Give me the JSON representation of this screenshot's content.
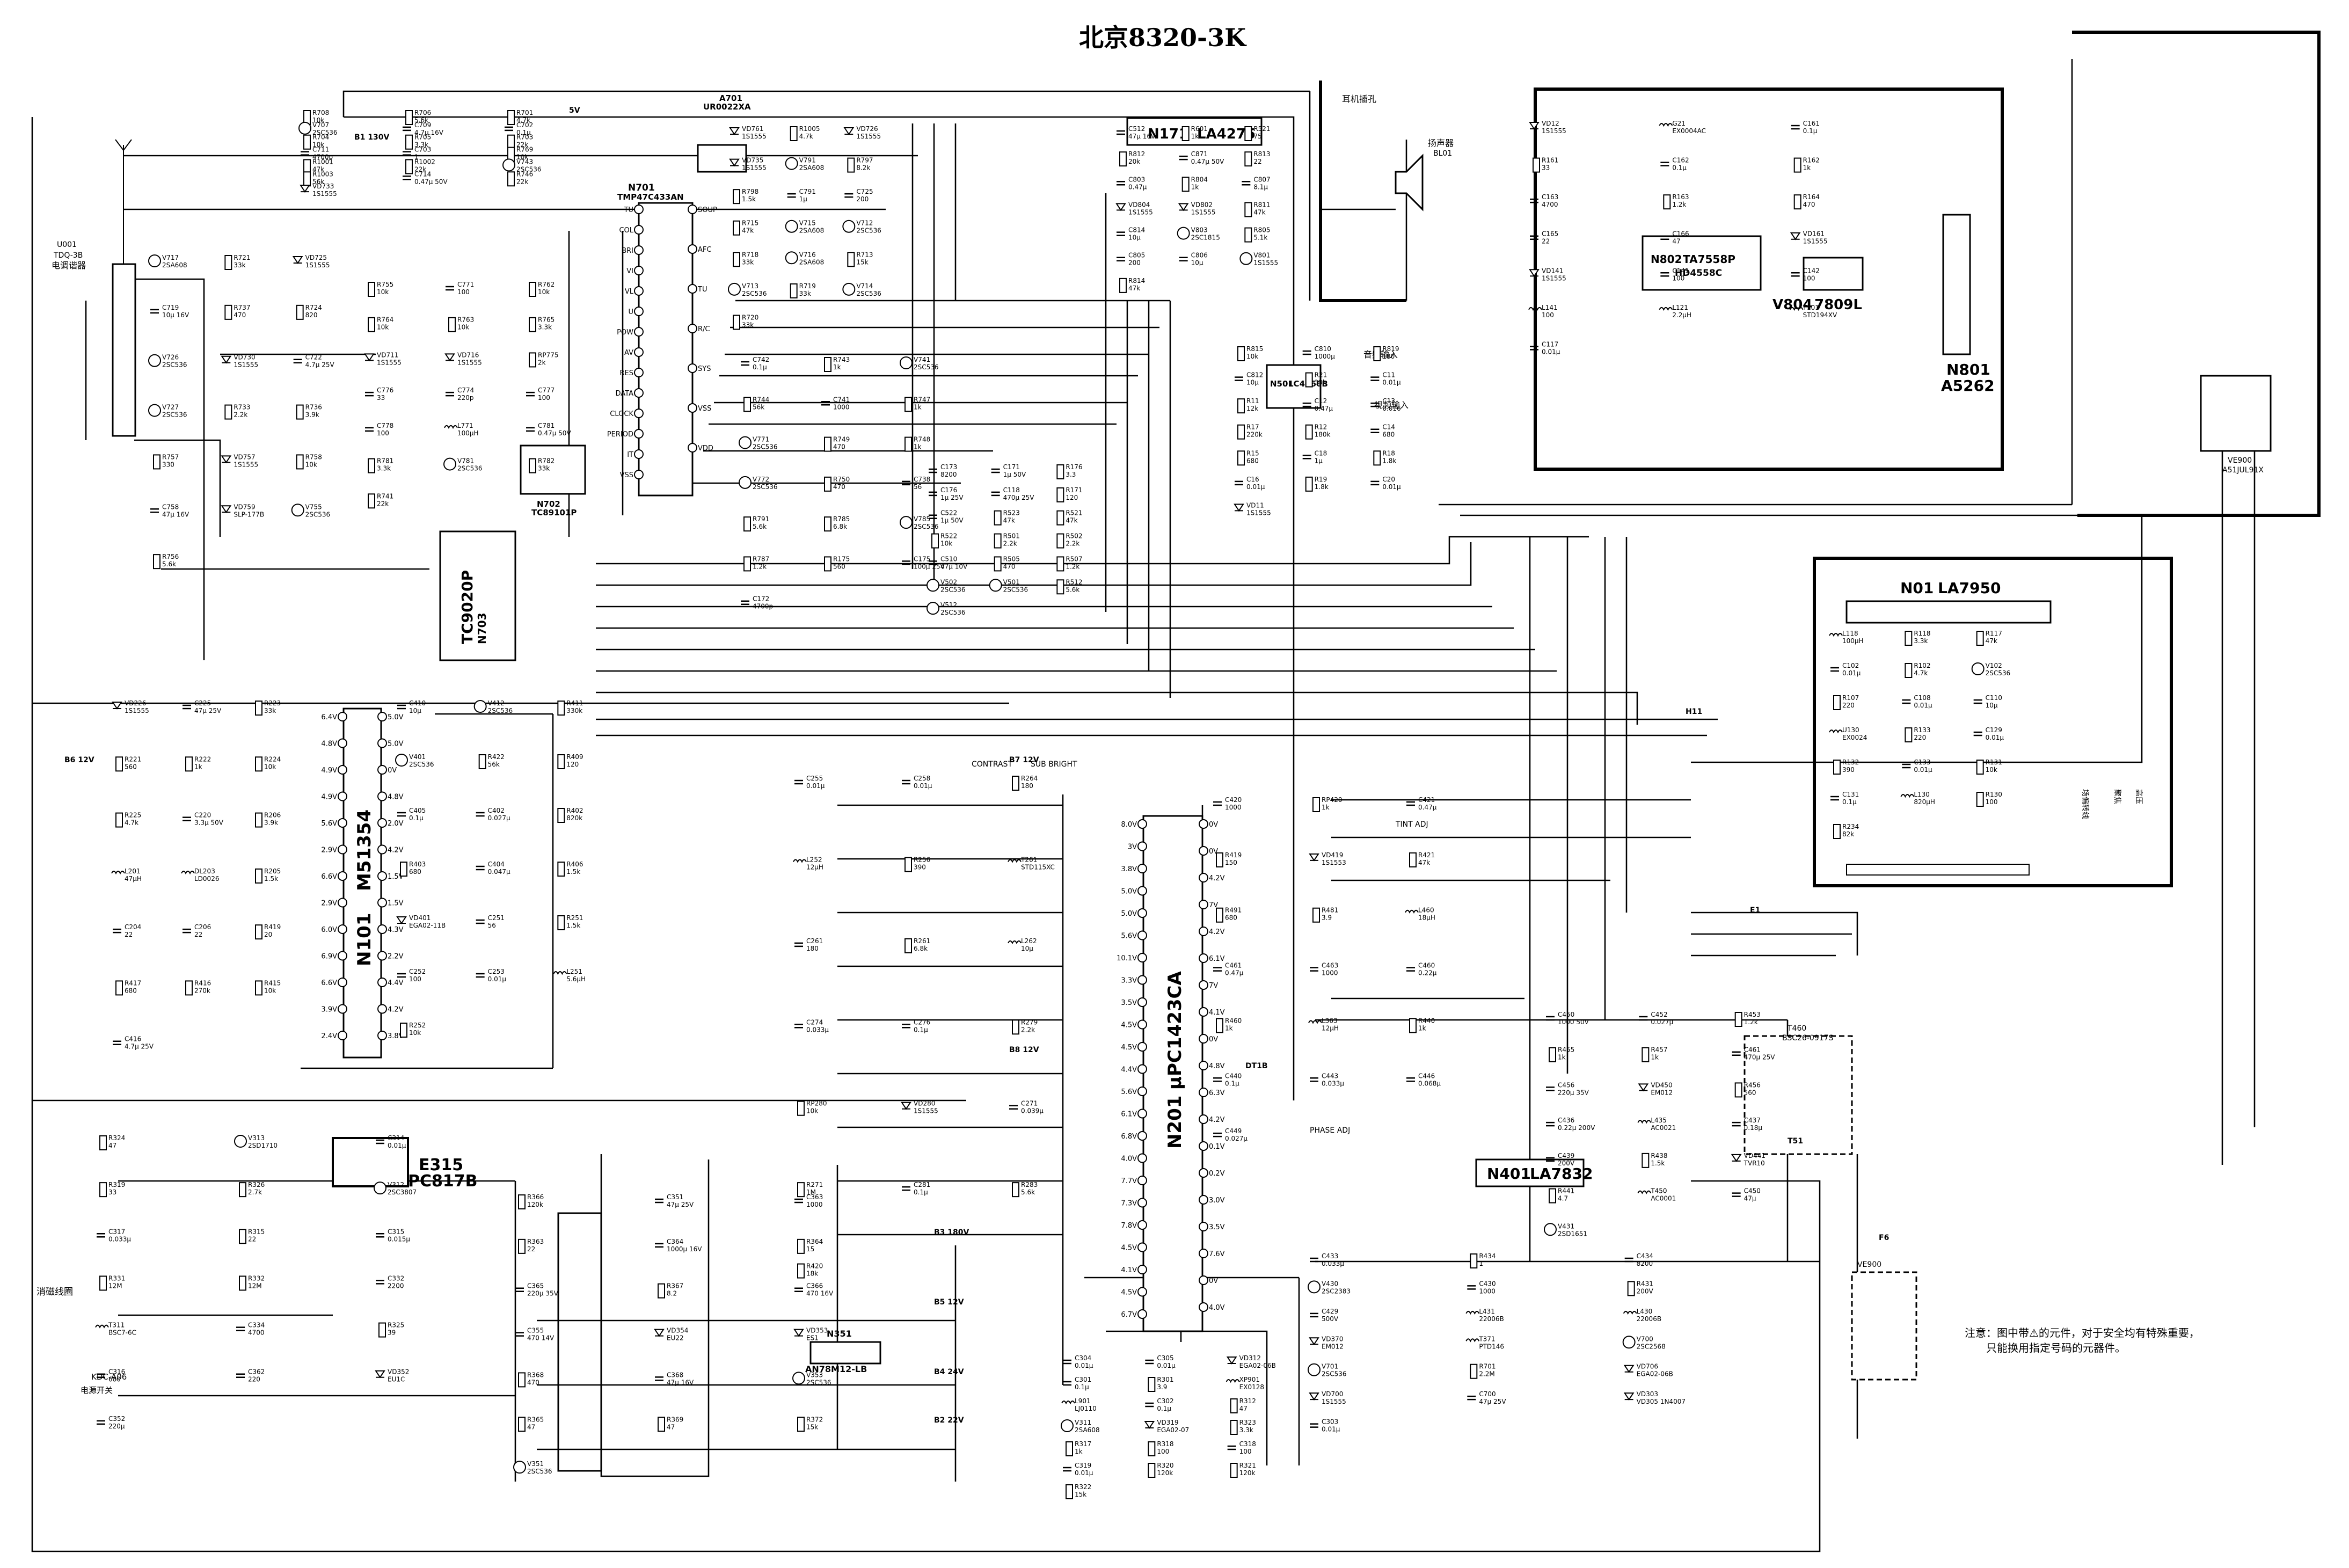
{
  "title": "北京8320-3K",
  "note": {
    "line1": "注意：图中带⚠的元件，对于安全均有特殊重要，",
    "line2": "只能换用指定号码的元器件。"
  },
  "ics": {
    "n701": {
      "ref": "N701",
      "part": "TMP47C433AN"
    },
    "a701": {
      "ref": "A701",
      "part": "UR0022XA"
    },
    "n171": {
      "ref": "N171",
      "part": "LA4275"
    },
    "n801": {
      "ref": "N801",
      "part": "A5262"
    },
    "n802": {
      "ref": "N802",
      "part": "TA7558P"
    },
    "n802b": {
      "part": "HD4558C"
    },
    "v804": {
      "ref": "V804",
      "part": "7809L"
    },
    "n501": {
      "ref": "N501",
      "part": "LC4066B"
    },
    "n01": {
      "ref": "N01",
      "part": "LA7950"
    },
    "n703": {
      "ref": "N703",
      "part": "TC9020P"
    },
    "n702": {
      "ref": "N702",
      "part": "TC89101P"
    },
    "n101": {
      "ref": "N101",
      "part": "M51354"
    },
    "n201": {
      "ref": "N201",
      "part": "μPC1423CA"
    },
    "n401": {
      "ref": "N401",
      "part": "LA7832"
    },
    "e315": {
      "ref": "E315",
      "part": "PC817B"
    },
    "n351": {
      "ref": "N351",
      "part": "AN78M12-LB"
    }
  },
  "labels": {
    "tuner": "电调谐器",
    "tuner_ref": "U001",
    "tuner_part": "TDQ-3B",
    "earphone": "耳机插孔",
    "speaker": "扬声器",
    "speaker_ref": "BL01",
    "audio_in": "音频输入",
    "video_in": "视频输入",
    "power_switch": "电源开关",
    "power_switch_part": "KDC-A06",
    "degauss": "消磁线圈",
    "contrast": "CONTRAST",
    "sub_bright": "SUB BRIGHT",
    "tint": "TINT ADJ",
    "phase": "PHASE ADJ",
    "field_deflect": "场偏转线",
    "focus": "聚焦",
    "hv": "高压",
    "crt": "VE900",
    "crt_part": "A51JUL91X",
    "flyback": "T460",
    "flyback_part": "BSC26-0917S"
  },
  "pins": {
    "n701_left": [
      "TU",
      "COL",
      "BRI",
      "VI",
      "VL",
      "U",
      "POW",
      "AV",
      "RES",
      "DATA",
      "CLOCK",
      "PERIOD",
      "IT",
      "VSS"
    ],
    "n701_right": [
      "SOUP",
      "AFC",
      "TU",
      "R/C",
      "SYS",
      "VSS",
      "VDD"
    ],
    "n201_left": [
      "8.0V",
      "3V",
      "3.8V",
      "5.0V",
      "5.0V",
      "5.6V",
      "10.1V",
      "3.3V",
      "3.5V",
      "4.5V",
      "4.5V",
      "4.4V",
      "5.6V",
      "6.1V",
      "6.8V",
      "4.0V",
      "7.7V",
      "7.3V",
      "7.8V",
      "4.5V",
      "4.1V",
      "4.5V",
      "6.7V"
    ],
    "n201_right": [
      "0V",
      "0V",
      "4.2V",
      "7V",
      "4.2V",
      "6.1V",
      "7V",
      "4.1V",
      "0V",
      "4.8V",
      "6.3V",
      "4.2V",
      "0.1V",
      "0.2V",
      "3.0V",
      "3.5V",
      "7.6V",
      "0V",
      "4.0V"
    ],
    "n101_left": [
      "6.4V",
      "4.8V",
      "4.9V",
      "4.9V",
      "5.6V",
      "2.9V",
      "6.6V",
      "2.9V",
      "6.0V",
      "6.9V",
      "6.6V",
      "3.9V",
      "2.4V"
    ],
    "n101_right": [
      "5.0V",
      "5.0V",
      "0V",
      "4.8V",
      "2.0V",
      "4.2V",
      "1.5V",
      "1.5V",
      "4.3V",
      "2.2V",
      "4.4V",
      "4.2V",
      "3.8V"
    ]
  },
  "components": [
    "R708 10k",
    "R706 5.6k",
    "R701 4.7k",
    "V707 2SC536",
    "C709 4.7μ 16V",
    "C702 0.1μ",
    "R704 10k",
    "R705 3.3k",
    "R703 22k",
    "C711 4700p",
    "C703 1",
    "R769 10k",
    "R1001 47k",
    "R1002 22k",
    "V743 2SC536",
    "R1003 56k",
    "C714 0.47μ 50V",
    "R746 22k",
    "VD733 1S1555",
    "VD761 1S1555",
    "R1005 4.7k",
    "VD726 1S1555",
    "VD735 1S1555",
    "V791 2SA608",
    "R797 8.2k",
    "R798 1.5k",
    "C791 1μ",
    "C725 200",
    "R715 47k",
    "V715 2SA608",
    "V712 2SC536",
    "R718 33k",
    "V716 2SA608",
    "R713 15k",
    "V713 2SC536",
    "R719 33k",
    "V714 2SC536",
    "R720 33k",
    "V717 2SA608",
    "R721 33k",
    "VD725 1S1555",
    "C719 10μ 16V",
    "R737 470",
    "R724 820",
    "V726 2SC536",
    "VD730 1S1555",
    "C722 4.7μ 25V",
    "V727 2SC536",
    "R733 2.2k",
    "R736 3.9k",
    "R757 330",
    "VD757 1S1555",
    "R758 10k",
    "C758 47μ 16V",
    "VD759 SLP-177B",
    "V755 2SC536",
    "R756 5.6k",
    "R755 10k",
    "C771 100",
    "R762 10k",
    "R764 10k",
    "R763 10k",
    "R765 3.3k",
    "VD711 1S1555",
    "VD716 1S1555",
    "RP775 2k",
    "C776 33",
    "C774 220p",
    "C777 100",
    "C778 100",
    "L771 100μH",
    "C781 0.47μ 50V",
    "R781 3.3k",
    "V781 2SC536",
    "R782 33k",
    "R741 22k",
    "C742 0.1μ",
    "R743 1k",
    "V741 2SC536",
    "R744 56k",
    "C741 1000",
    "R747 1k",
    "V771 2SC536",
    "R749 470",
    "R748 1k",
    "V772 2SC536",
    "R750 470",
    "C738 56",
    "R791 5.6k",
    "R785 6.8k",
    "V785 2SC536",
    "R787 1.2k",
    "R175 560",
    "C175 100μ 25V",
    "C172 4700p",
    "C173 8200",
    "C171 1μ 50V",
    "R176 3.3",
    "C176 1μ 25V",
    "C118 470μ 25V",
    "R171 120",
    "C522 1μ 50V",
    "R523 47k",
    "R521 47k",
    "R522 10k",
    "R501 2.2k",
    "R502 2.2k",
    "C510 47μ 10V",
    "R505 470",
    "R507 1.2k",
    "V502 2SC536",
    "V501 2SC536",
    "R512 5.6k",
    "V512 2SC536",
    "C512 47μ 16V",
    "R601 1k",
    "R521 75",
    "R812 20k",
    "C871 0.47μ 50V",
    "R813 22",
    "C803 0.47μ",
    "R804 1k",
    "C807 8.1μ",
    "VD804 1S1555",
    "VD802 1S1555",
    "R811 47k",
    "C814 10μ",
    "V803 2SC1815",
    "R805 5.1k",
    "C805 200",
    "C806 10μ",
    "V801 1S1555",
    "R814 47k",
    "R815 10k",
    "C810 1000μ",
    "R819 180",
    "C812 10μ",
    "R21 33k",
    "C11 0.01μ",
    "R11 12k",
    "C12 0.47μ",
    "C13 0.016",
    "R17 220k",
    "R12 180k",
    "C14 680",
    "R15 680",
    "C18 1μ",
    "R18 1.8k",
    "C16 0.01μ",
    "R19 1.8k",
    "C20 0.01μ",
    "VD11 1S1555",
    "VD12 1S1555",
    "G21 EX0004AC",
    "C161 0.1μ",
    "R161 33",
    "C162 0.1μ",
    "R162 1k",
    "C163 4700",
    "R163 1.2k",
    "R164 470",
    "C165 22",
    "C166 47",
    "VD161 1S1555",
    "VD141 1S1555",
    "C141 100",
    "C142 100",
    "L141 100",
    "L121 2.2μH",
    "T101 STD194XV",
    "C117 0.01μ",
    "L118 100μH",
    "R118 3.3k",
    "R117 47k",
    "C102 0.01μ",
    "R102 4.7k",
    "V102 2SC536",
    "R107 220",
    "C108 0.01μ",
    "C110 10μ",
    "U130 EX0024",
    "R133 220",
    "C129 0.01μ",
    "R132 390",
    "C133 0.01μ",
    "R131 10k",
    "C131 0.1μ",
    "L130 820μH",
    "R130 100",
    "R234 82k",
    "VD226 1S1555",
    "C225 47μ 25V",
    "R223 33k",
    "R221 560",
    "R222 1k",
    "R224 10k",
    "R225 4.7k",
    "C220 3.3μ 50V",
    "R206 3.9k",
    "L201 47μH",
    "DL203 LD0026",
    "R205 1.5k",
    "C204 22",
    "C206 22",
    "R419 20",
    "R417 680",
    "R416 270k",
    "R415 10k",
    "C416 4.7μ 25V",
    "C410 10μ",
    "V412 2SC536",
    "R411 330k",
    "V401 2SC536",
    "R422 56k",
    "R409 120",
    "C405 0.1μ",
    "C402 0.027μ",
    "R402 820k",
    "R403 680",
    "C404 0.047μ",
    "R406 1.5k",
    "VD401 EGA02-11B",
    "C251 56",
    "R251 1.5k",
    "C252 100",
    "C253 0.01μ",
    "L251 5.6μH",
    "R252 10k",
    "C255 0.01μ",
    "C258 0.01μ",
    "R264 180",
    "L252 12μH",
    "R256 390",
    "T261 STD115XC",
    "C261 180",
    "R261 6.8k",
    "L262 10μ",
    "C274 0.033μ",
    "C276 0.1μ",
    "R279 2.2k",
    "RP280 10k",
    "VD280 1S1555",
    "C271 0.039μ",
    "R271 1M",
    "C281 0.1μ",
    "R283 5.6k",
    "R420 18k",
    "C420 1000",
    "RP420 1k",
    "C421 0.47μ",
    "R419 150",
    "VD419 1S1553",
    "R421 47k",
    "R491 680",
    "R481 3.9",
    "L460 18μH",
    "C461 0.47μ",
    "C463 1000",
    "C460 0.22μ",
    "R460 1k",
    "L363 12μH",
    "R440 1k",
    "C440 0.1μ",
    "C443 0.033μ",
    "C446 0.068μ",
    "C449 0.027μ",
    "C450 1000 50V",
    "C452 0.027μ",
    "R453 1.2k",
    "R455 1k",
    "R457 1k",
    "C461 470μ 25V",
    "C456 220μ 35V",
    "VD450 EM012",
    "R456 560",
    "C436 0.22μ 200V",
    "L435 AC0021",
    "C437 0.18μ",
    "C439 200V",
    "R438 1.5k",
    "VD441 TVR10",
    "R441 4.7",
    "T450 AC0001",
    "C450 47μ",
    "V431 2SD1651",
    "C433 0.033μ",
    "R434 1",
    "C434 8200",
    "V430 2SC2383",
    "C430 1000",
    "R431 200V",
    "C429 500V",
    "L431 22006B",
    "L430 22006B",
    "VD370 EM012",
    "T371 PTD146",
    "V700 2SC2568",
    "V701 2SC536",
    "R701 2.2M",
    "VD706 EGA02-06B",
    "VD700 1S1555",
    "C700 47μ 25V",
    "VD303 VD305 1N4007",
    "C303 0.01μ",
    "C304 0.01μ",
    "C305 0.01μ",
    "VD312 EGA02-06B",
    "C301 0.1μ",
    "R301 3.9",
    "XP901 EX0128",
    "L901 LJ0110",
    "C302 0.1μ",
    "R312 47",
    "V311 2SA608",
    "VD319 EGA02-07",
    "R323 3.3k",
    "R317 1k",
    "R318 100",
    "C318 100",
    "C319 0.01μ",
    "R320 120k",
    "R321 120k",
    "R322 15k",
    "R324 47",
    "V313 2SD1710",
    "C314 0.01μ",
    "R319 33",
    "R326 2.7k",
    "V312 2SC3807",
    "C317 0.033μ",
    "R315 22",
    "C315 0.015μ",
    "R331 12M",
    "R332 12M",
    "C332 2200",
    "T311 BSC7-6C",
    "C334 4700",
    "R325 39",
    "C316 680",
    "C362 220",
    "VD352 EU1C",
    "C352 220μ",
    "R366 120k",
    "C351 47μ 25V",
    "C363 1000",
    "R363 22",
    "C364 1000μ 16V",
    "R364 15",
    "C365 220μ 35V",
    "R367 8.2",
    "C366 470 16V",
    "C355 470 14V",
    "VD354 EU22",
    "VD353 ES1",
    "R368 470",
    "C368 47μ 16V",
    "V353 2SC536",
    "R365 47",
    "R369 47",
    "R372 15k",
    "V351 2SC536"
  ],
  "voltages": [
    "B1 130V",
    "B2 22V",
    "B3 180V",
    "B4 24V",
    "B5 12V",
    "B6 12V",
    "B7 12V",
    "B8 12V",
    "5V",
    "H11",
    "E1",
    "F6",
    "T51",
    "DT1B"
  ]
}
